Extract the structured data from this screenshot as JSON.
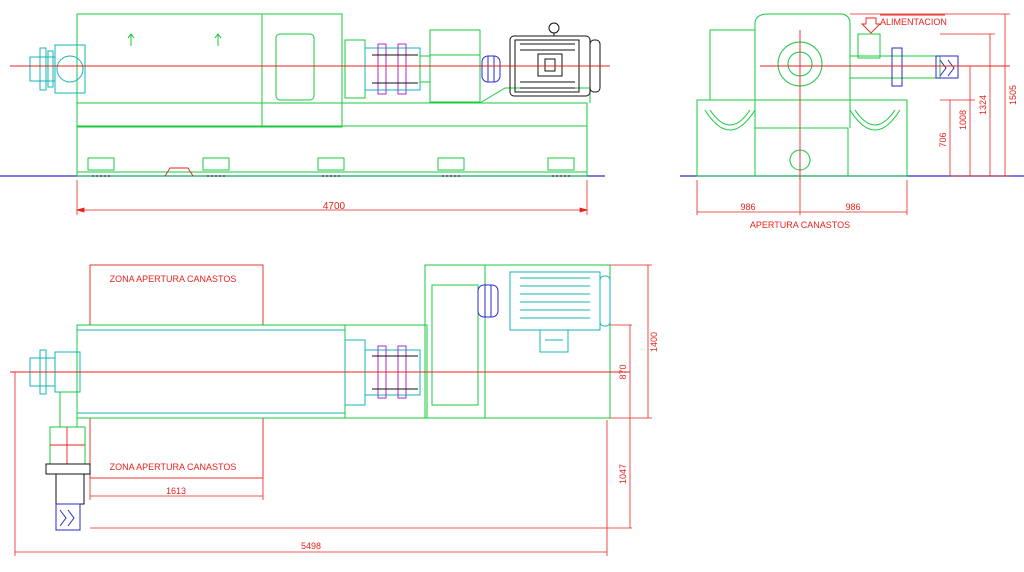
{
  "colors": {
    "structure": "#18c83e",
    "motor": "#13b4b6",
    "dimensions": "#e8221c",
    "floor": "#2a2acc",
    "detail": "#111111"
  },
  "front_view": {
    "dim_length": "4700"
  },
  "side_view": {
    "feed_label": "ALIMENTACION",
    "dim_half_left": "986",
    "dim_half_right": "986",
    "caption": "APERTURA CANASTOS",
    "dim_706": "706",
    "dim_1008": "1008",
    "dim_1324": "1324",
    "dim_1505": "1505"
  },
  "plan_view": {
    "zone_label_top": "ZONA APERTURA CANASTOS",
    "zone_label_bottom": "ZONA APERTURA CANASTOS",
    "dim_1613": "1613",
    "dim_5498": "5498",
    "dim_1400": "1400",
    "dim_870": "870",
    "dim_1047": "1047"
  }
}
